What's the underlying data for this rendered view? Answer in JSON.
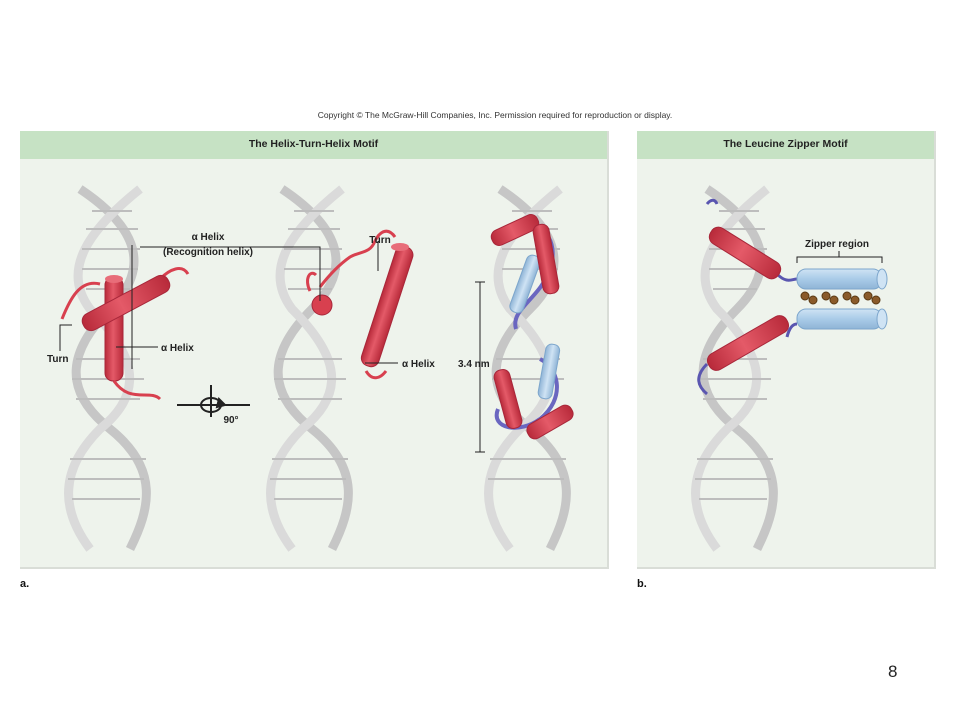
{
  "copyright": "Copyright © The McGraw-Hill Companies, Inc. Permission required for reproduction or display.",
  "panel_a": {
    "title": "The Helix-Turn-Helix Motif",
    "sub_label": "a.",
    "labels": {
      "alpha_helix_recognition": "α Helix",
      "recognition_helix": "(Recognition helix)",
      "alpha_helix_1": "α Helix",
      "turn_1": "Turn",
      "turn_2": "Turn",
      "alpha_helix_2": "α Helix",
      "distance": "3.4 nm",
      "rotation": "90°"
    }
  },
  "panel_b": {
    "title": "The Leucine Zipper Motif",
    "sub_label": "b.",
    "labels": {
      "zipper_region": "Zipper region"
    }
  },
  "page_number": "8",
  "colors": {
    "panel_bg": "#eef3ec",
    "panel_header": "#c6e2c4",
    "dna": "#c9c9c9",
    "helix_red": "#d8404f",
    "zipper_blue": "#a9cbe8",
    "linker_purple": "#5a56b0"
  }
}
